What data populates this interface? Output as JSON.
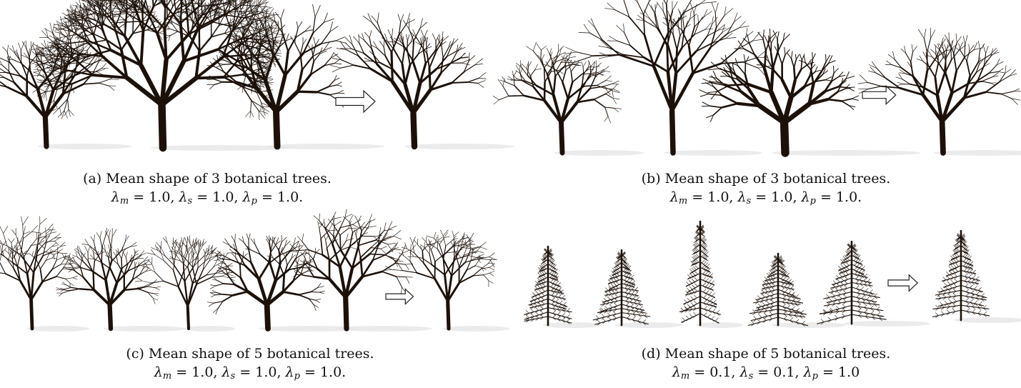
{
  "panels": [
    {
      "id": "a",
      "caption_line1": "(a) Mean shape of 3 botanical trees.",
      "params": {
        "m": "1.0",
        "s": "1.0",
        "p": "1.0",
        "end": "."
      },
      "input_count": 3,
      "style": "broadleaf"
    },
    {
      "id": "b",
      "caption_line1": "(b) Mean shape of 3 botanical trees.",
      "params": {
        "m": "1.0",
        "s": "1.0",
        "p": "1.0",
        "end": "."
      },
      "input_count": 3,
      "style": "broadleaf"
    },
    {
      "id": "c",
      "caption_line1": "(c) Mean shape of 5 botanical trees.",
      "params": {
        "m": "1.0",
        "s": "1.0",
        "p": "1.0",
        "end": "."
      },
      "input_count": 5,
      "style": "broadleaf"
    },
    {
      "id": "d",
      "caption_line1": "(d) Mean shape of 5 botanical trees.",
      "params": {
        "m": "0.1",
        "s": "0.1",
        "p": "1.0",
        "end": ""
      },
      "input_count": 5,
      "style": "conifer"
    }
  ],
  "colors": {
    "branch": "#1c1109",
    "shadow": "#e6e6e6",
    "arrow_stroke": "#222222"
  },
  "icons": {
    "arrow": "right-arrow-icon"
  }
}
